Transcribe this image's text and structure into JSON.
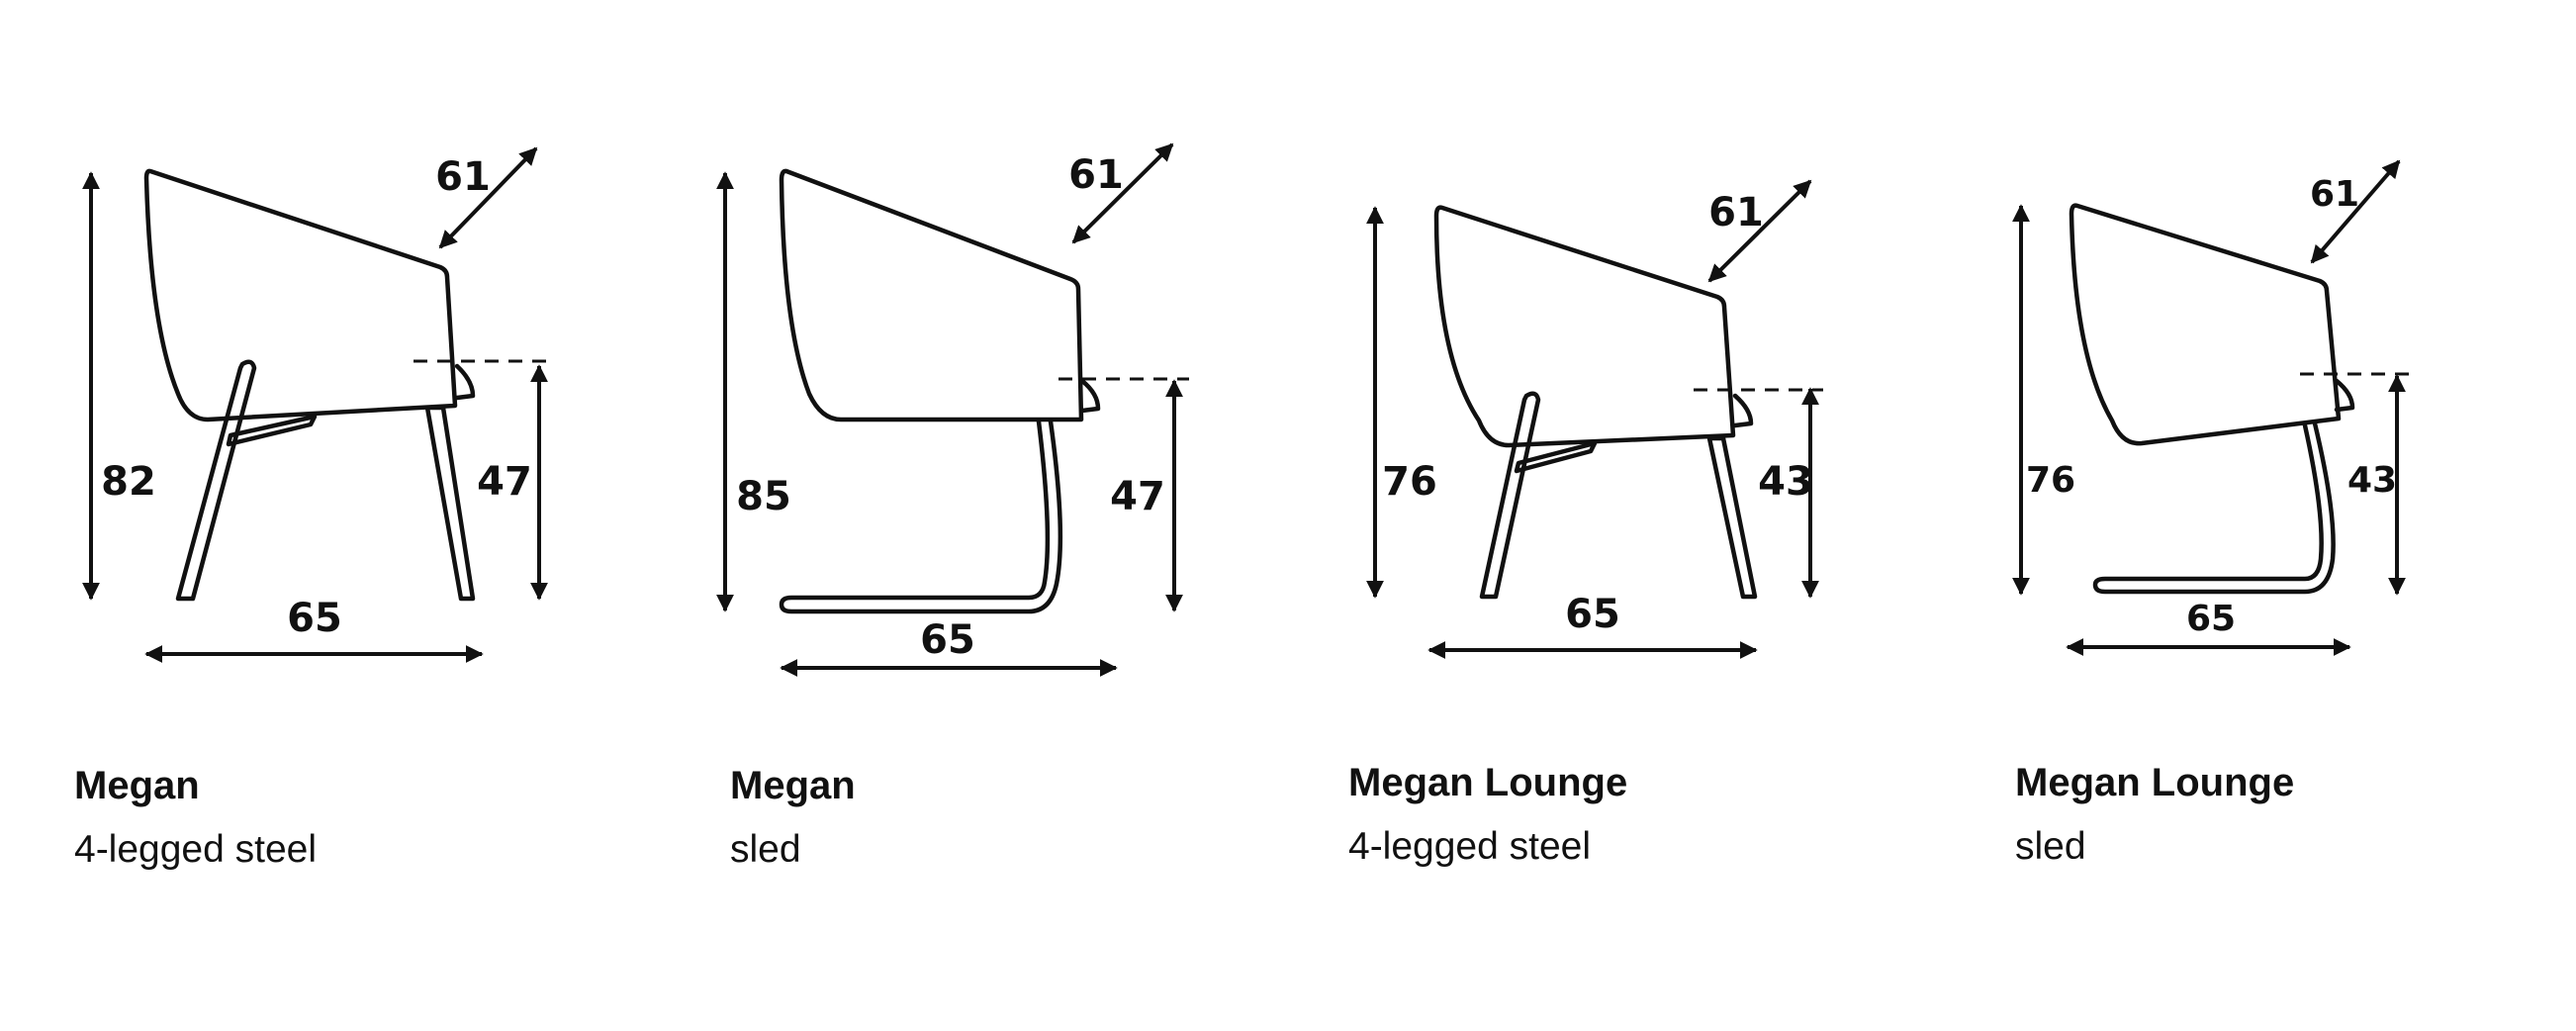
{
  "products": [
    {
      "name": "Megan",
      "base": "4-legged steel",
      "dimensions": {
        "height": "82",
        "depth": "61",
        "seat_height": "47",
        "width": "65"
      }
    },
    {
      "name": "Megan",
      "base": "sled",
      "dimensions": {
        "height": "85",
        "depth": "61",
        "seat_height": "47",
        "width": "65"
      }
    },
    {
      "name": "Megan Lounge",
      "base": "4-legged steel",
      "dimensions": {
        "height": "76",
        "depth": "61",
        "seat_height": "43",
        "width": "65"
      }
    },
    {
      "name": "Megan Lounge",
      "base": "sled",
      "dimensions": {
        "height": "76",
        "depth": "61",
        "seat_height": "43",
        "width": "65"
      }
    }
  ],
  "colors": {
    "line": "#111111",
    "background": "#ffffff"
  }
}
